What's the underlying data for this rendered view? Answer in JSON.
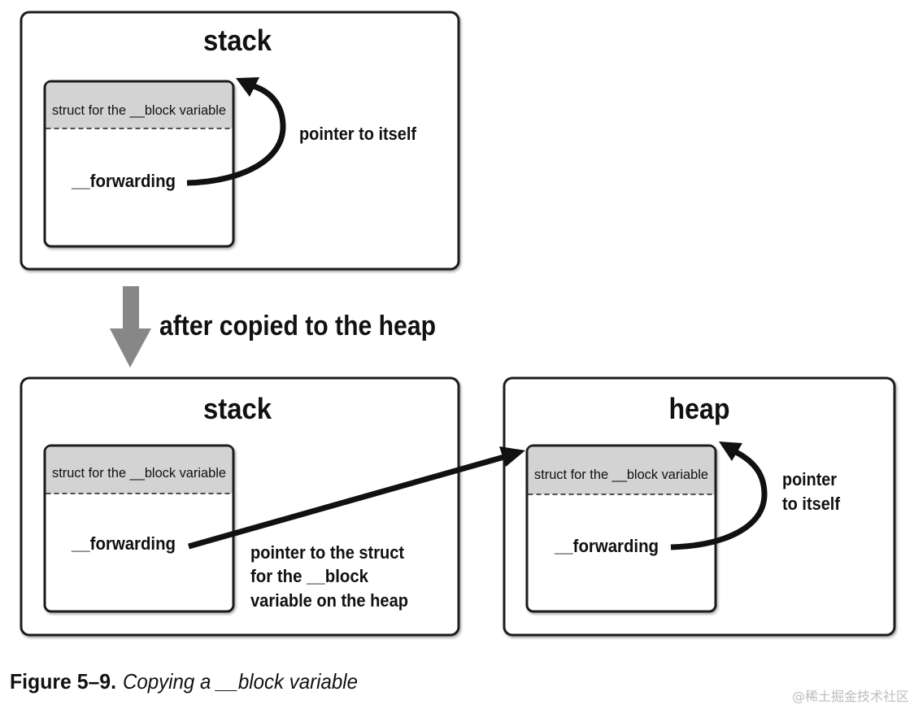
{
  "diagram": {
    "before": {
      "region_title": "stack",
      "struct_header": "struct for the __block variable",
      "forwarding_label": "__forwarding",
      "arrow_label": "pointer to itself"
    },
    "transition_label": "after copied to the heap",
    "after": {
      "stack": {
        "region_title": "stack",
        "struct_header": "struct for the __block variable",
        "forwarding_label": "__forwarding",
        "arrow_label_lines": [
          "pointer to the struct",
          "for the __block",
          "variable on the heap"
        ]
      },
      "heap": {
        "region_title": "heap",
        "struct_header": "struct for the __block variable",
        "forwarding_label": "__forwarding",
        "arrow_label_lines": [
          "pointer",
          "to itself"
        ]
      }
    }
  },
  "caption": {
    "figure_number": "Figure 5–9.",
    "title": "Copying a __block variable"
  },
  "watermark": "@稀土掘金技术社区",
  "colors": {
    "header_fill": "#d3d3d3",
    "transition_arrow": "#878787",
    "stroke": "#1c1c1c"
  }
}
